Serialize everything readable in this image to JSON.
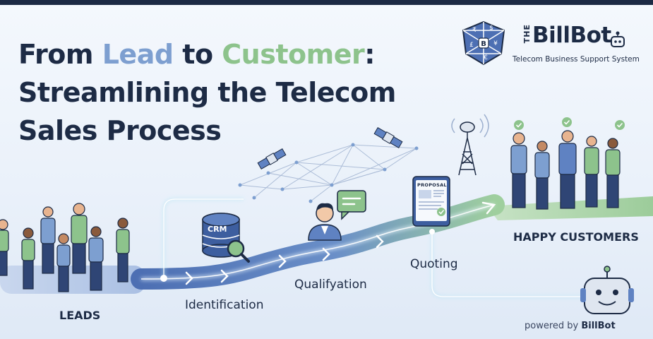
{
  "headline": {
    "line1_part1": "From ",
    "line1_lead": "Lead",
    "line1_part2": " to ",
    "line1_customer": "Customer",
    "line1_colon": ":",
    "line2": "Streamlining the Telecom",
    "line3": "Sales Process"
  },
  "logo": {
    "the": "THE",
    "brand": "BillBot",
    "tagline": "Telecom Business Support System",
    "shield_icon": "currency-shield-icon"
  },
  "stages": {
    "leads": "LEADS",
    "identification": "Identification",
    "qualification": "Qualifyation",
    "quoting": "Quoting",
    "happy_customers": "HAPPY CUSTOMERS"
  },
  "icons": {
    "crm_label": "CRM",
    "proposal_label": "PROPOSAL"
  },
  "footer": {
    "powered_prefix": "powered by ",
    "powered_brand": "BillBot"
  },
  "colors": {
    "navy": "#1d2b45",
    "accent_blue": "#7d9fd0",
    "accent_green": "#8dc38c",
    "path_blue": "#5f82c2"
  }
}
